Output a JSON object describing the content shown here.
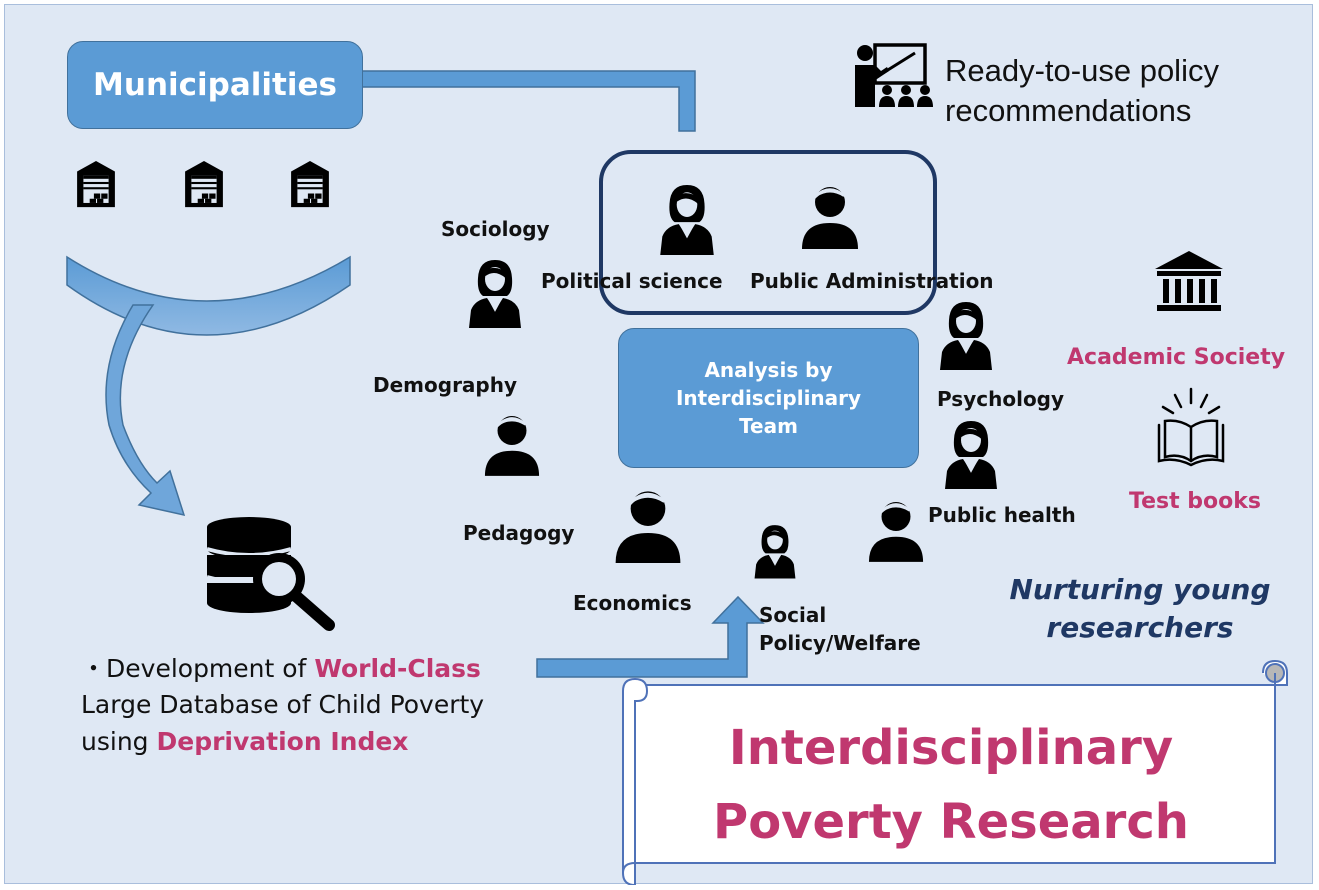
{
  "municipalities": "Municipalities",
  "policy_recommendations": "Ready-to-use policy recommendations",
  "analysis_box": "Analysis by Interdisciplinary Team",
  "disciplines": {
    "sociology": "Sociology",
    "political_science": "Political science",
    "public_administration": "Public Administration",
    "demography": "Demography",
    "psychology": "Psychology",
    "public_health": "Public health",
    "pedagogy": "Pedagogy",
    "economics": "Economics",
    "social_policy": "Social Policy/Welfare"
  },
  "academic_society": "Academic Society",
  "test_books": "Test books",
  "nurturing": "Nurturing young researchers",
  "database": {
    "bullet": "・",
    "part1": "Development of ",
    "highlight1": "World-Class",
    "part2": " Large Database of Child Poverty using ",
    "highlight2": "Deprivation Index"
  },
  "banner_title": "Interdisciplinary Poverty Research",
  "colors": {
    "accent_blue": "#5b9bd5",
    "highlight_pink": "#c0386f",
    "navy": "#1f3864",
    "background": "#dfe8f4"
  },
  "icons": [
    "person-icon",
    "presentation-icon",
    "database-search-icon",
    "building-icon",
    "institution-icon",
    "open-book-icon",
    "scroll-banner"
  ]
}
